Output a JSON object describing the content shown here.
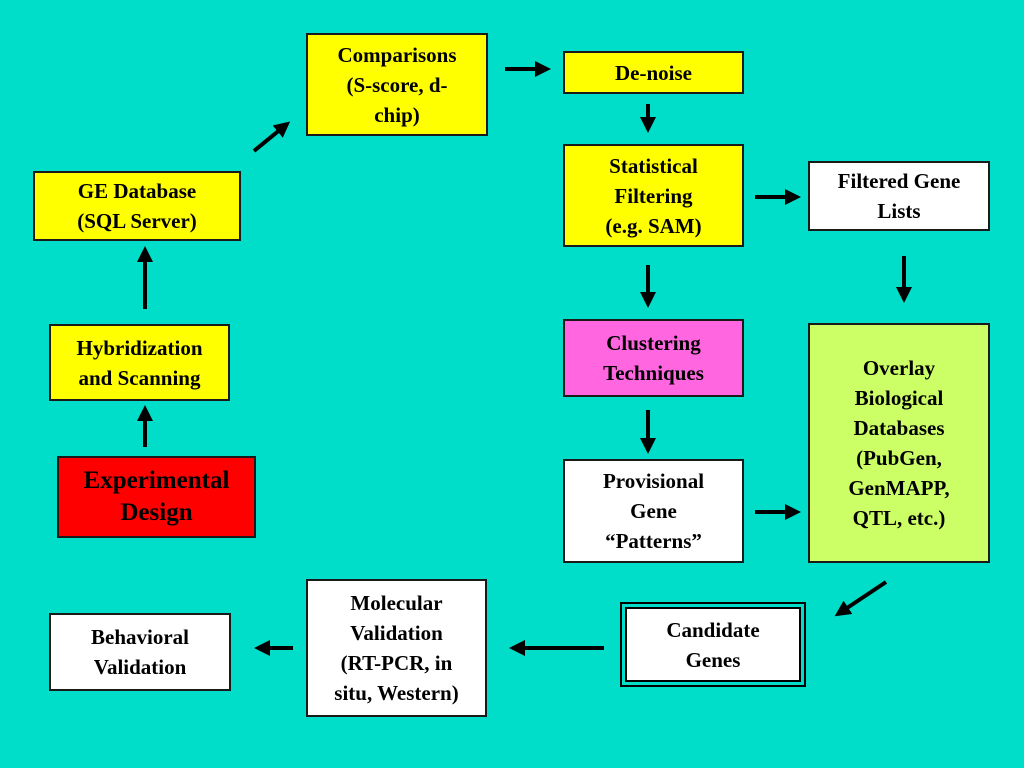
{
  "colors": {
    "background": "#00DDC8",
    "yellow": "#FFFF00",
    "white": "#FFFFFF",
    "pink": "#FF66E0",
    "red": "#FF0000",
    "lime": "#CCFF66",
    "arrow": "#000000"
  },
  "nodes": {
    "comparisons": "Comparisons\n(S-score, d-\nchip)",
    "denoise": "De-noise",
    "statistical_filtering": "Statistical\nFiltering\n(e.g. SAM)",
    "filtered_gene_lists": "Filtered Gene\nLists",
    "ge_database": "GE Database\n(SQL Server)",
    "hybridization": "Hybridization\nand Scanning",
    "clustering": "Clustering\nTechniques",
    "overlay": "Overlay\nBiological\nDatabases\n(PubGen,\nGenMAPP,\nQTL, etc.)",
    "experimental_design": "Experimental\nDesign",
    "provisional_patterns": "Provisional\nGene\n“Patterns”",
    "molecular_validation": "Molecular\nValidation\n(RT-PCR, in\nsitu, Western)",
    "behavioral_validation": "Behavioral\nValidation",
    "candidate_genes": "Candidate\nGenes"
  }
}
